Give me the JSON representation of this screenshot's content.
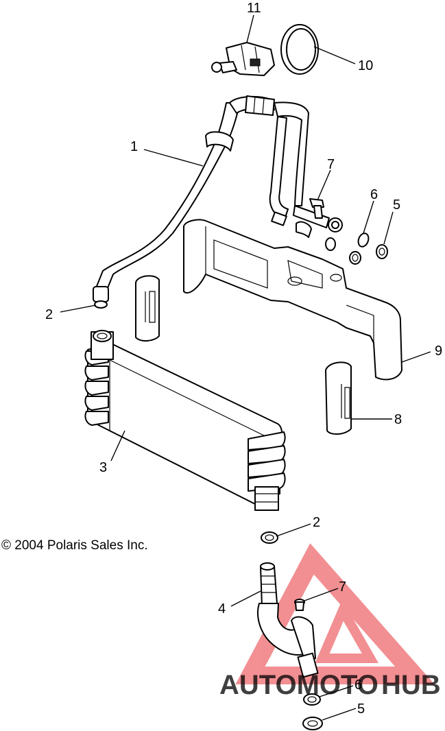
{
  "copyright": "© 2004 Polaris Sales Inc.",
  "callouts": [
    {
      "id": "11",
      "label": "11"
    },
    {
      "id": "10",
      "label": "10"
    },
    {
      "id": "1",
      "label": "1"
    },
    {
      "id": "7a",
      "label": "7"
    },
    {
      "id": "6a",
      "label": "6"
    },
    {
      "id": "5a",
      "label": "5"
    },
    {
      "id": "2a",
      "label": "2"
    },
    {
      "id": "9",
      "label": "9"
    },
    {
      "id": "8",
      "label": "8"
    },
    {
      "id": "3",
      "label": "3"
    },
    {
      "id": "2b",
      "label": "2"
    },
    {
      "id": "7b",
      "label": "7"
    },
    {
      "id": "4",
      "label": "4"
    },
    {
      "id": "6b",
      "label": "6"
    },
    {
      "id": "5b",
      "label": "5"
    }
  ],
  "watermark": {
    "text_part1": "AUTOMOTO",
    "text_part2": "HUB",
    "color_triangle": "#e8343a",
    "color_text1": "#f5a623",
    "color_text2": "#8a8a8a"
  }
}
